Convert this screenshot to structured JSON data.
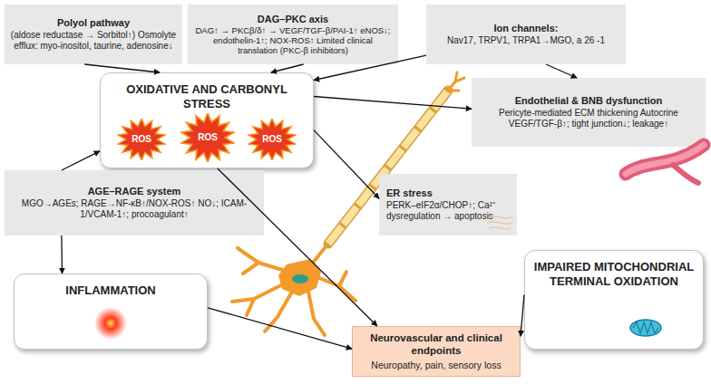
{
  "diagram": {
    "nodes": [
      {
        "text": [
          "Polyol pathway",
          "(aldose reductase → Sorbitol↑) Osmolyte efflux: myo-inositol, taurine, adenosine↓"
        ]
      },
      {
        "text": [
          "DAG–PKC axis",
          "DAG↑ → PKCβ/δ↑ → VEGF/TGF-β/PAI-1↑ eNOS↓; endothelin-1↑; NOX-ROS↑ Limited clinical translation (PKC-β inhibitors)"
        ]
      },
      {
        "text": [
          "Ion channels:",
          "Nav17, TRPV1, TRPA1→MGO, a 26 -1"
        ]
      },
      {
        "text": [
          "OXIDATIVE AND CARBONYL STRESS"
        ]
      },
      {
        "text": [
          "ROS"
        ],
        "in": 3
      },
      {
        "text": [
          "ROS"
        ],
        "in": 3
      },
      {
        "text": [
          "ROS"
        ],
        "in": 3
      },
      {
        "text": [
          "Endothelial & BNB dysfunction",
          "Pericyte-mediated ECM thickening Autocrine VEGF/TGF-β↑; tight junction↓; leakage↑"
        ]
      },
      {
        "text": [
          "AGE–RAGE system",
          "MGO→AGEs; RAGE→NF-κB↑/NOX-ROS↑ NO↓; ICAM-1/VCAM-1↑; procoagulant↑"
        ]
      },
      {
        "text": [
          "ER stress",
          "PERK–eIF2α/CHOP↑; Ca²⁺ dysregulation → apoptosis"
        ]
      },
      {
        "text": [
          "IMPAIRED MITOCHONDRIAL TERMINAL OXIDATION"
        ]
      },
      {
        "text": [
          "INFLAMMATION"
        ]
      },
      {
        "text": [
          "Neurovascular and clinical endpoints",
          "Neuropathy, pain, sensory loss"
        ]
      }
    ],
    "edges": [
      {
        "from": 0,
        "to": 3,
        "arrow": "to"
      },
      {
        "from": 1,
        "to": 3,
        "arrow": "to"
      },
      {
        "from": 2,
        "to": 3,
        "arrow": "to"
      },
      {
        "from": 2,
        "to": 7,
        "arrow": "to"
      },
      {
        "from": 3,
        "to": 7,
        "arrow": "to"
      },
      {
        "from": 3,
        "to": 9,
        "arrow": "to"
      },
      {
        "from": 8,
        "to": 3,
        "arrow": "to"
      },
      {
        "from": 8,
        "to": 11,
        "arrow": "to"
      },
      {
        "from": 3,
        "to": 12,
        "arrow": "to"
      },
      {
        "from": 11,
        "to": 12,
        "arrow": "to"
      },
      {
        "from": 10,
        "to": 12,
        "arrow": "to"
      }
    ]
  }
}
